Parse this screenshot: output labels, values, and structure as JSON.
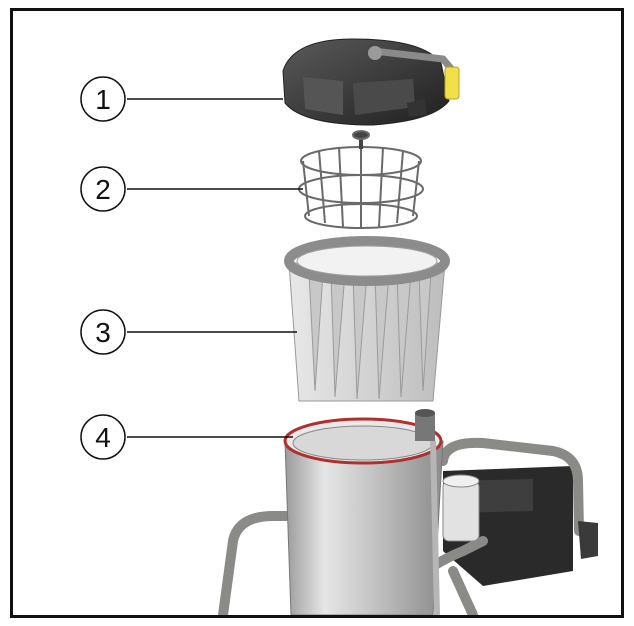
{
  "callouts": [
    {
      "number": "1",
      "part": "lid-icon"
    },
    {
      "number": "2",
      "part": "filter-basket-icon"
    },
    {
      "number": "3",
      "part": "flat-pleated-filter-icon"
    },
    {
      "number": "4",
      "part": "container-icon"
    }
  ],
  "colors": {
    "border": "#111111",
    "lid": "#3a3a3a",
    "handle_yellow": "#f2e04a",
    "basket_wire": "#6a6a6a",
    "filter": "#d8d8d8",
    "container": "#cfcfcf",
    "seal": "#b03030",
    "frame": "#8a8a86",
    "unit_dark": "#2a2a2a"
  }
}
